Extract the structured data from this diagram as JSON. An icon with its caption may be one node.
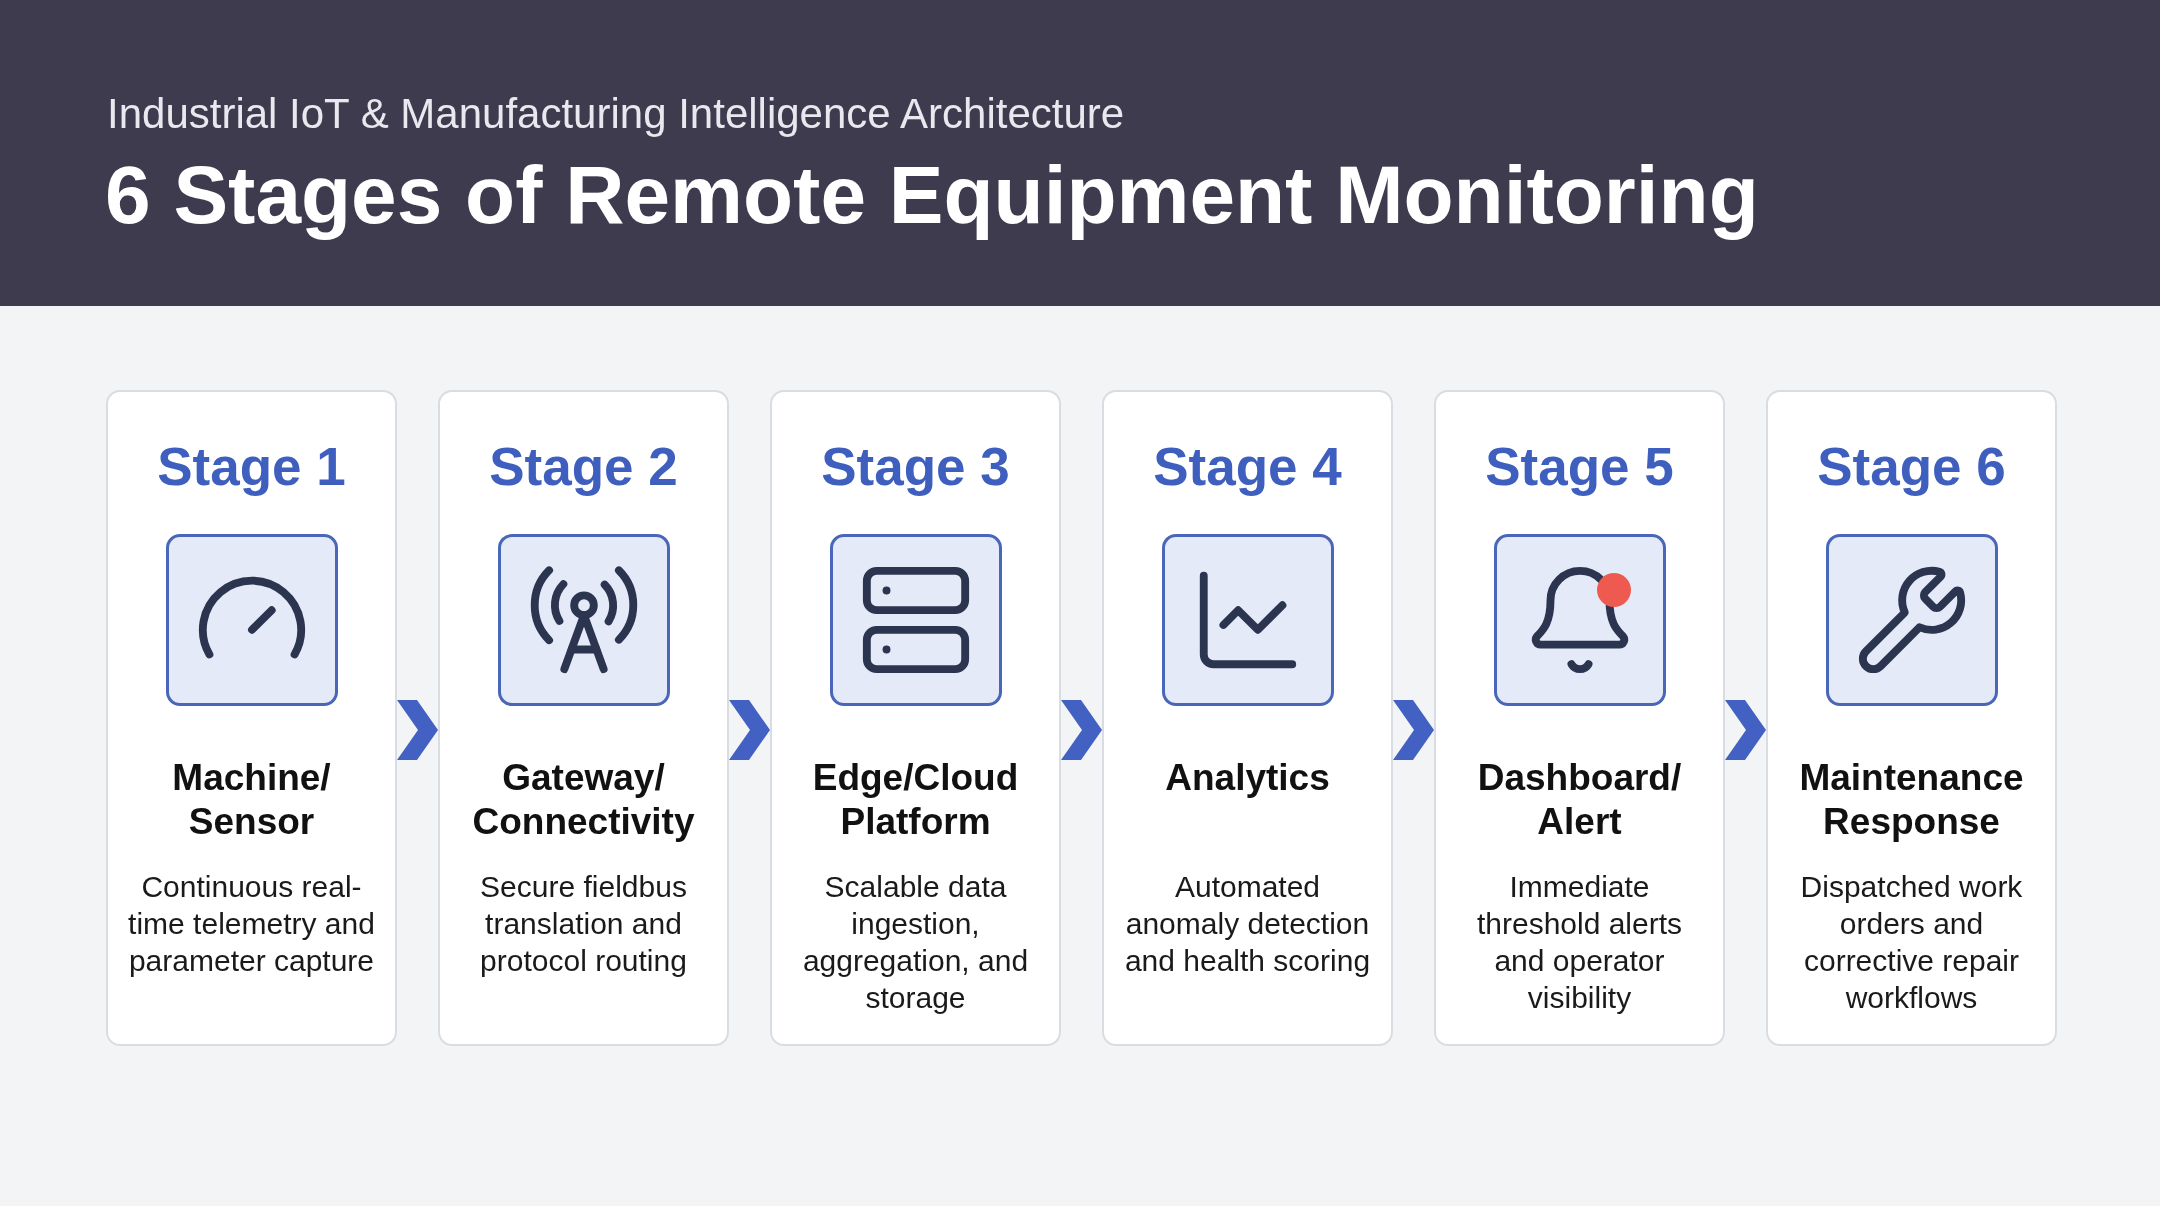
{
  "diagram": {
    "title": "6 Stages of Remote Equipment Monitoring",
    "nodes": [
      {
        "text": [
          "Stage 1",
          "Machine/ Sensor",
          "Continuous real-time telemetry and parameter capture"
        ]
      },
      {
        "text": [
          "Stage 2",
          "Gateway/ Connectivity",
          "Secure fieldbus translation and protocol routing"
        ]
      },
      {
        "text": [
          "Stage 3",
          "Edge/Cloud Platform",
          "Scalable data ingestion, aggregation, and storage"
        ]
      },
      {
        "text": [
          "Stage 4",
          "Analytics",
          "Automated anomaly detection and health scoring"
        ]
      },
      {
        "text": [
          "Stage 5",
          "Dashboard/ Alert",
          "Immediate threshold alerts and operator visibility"
        ]
      },
      {
        "text": [
          "Stage 6",
          "Maintenance Response",
          "Dispatched work orders and corrective repair workflows"
        ]
      }
    ],
    "edges": [
      {
        "from": 0,
        "to": 1,
        "arrow": "to"
      },
      {
        "from": 1,
        "to": 2,
        "arrow": "to"
      },
      {
        "from": 2,
        "to": 3,
        "arrow": "to"
      },
      {
        "from": 3,
        "to": 4,
        "arrow": "to"
      },
      {
        "from": 4,
        "to": 5,
        "arrow": "to"
      }
    ],
    "labels": [
      "Industrial IoT & Manufacturing Intelligence Architecture"
    ]
  }
}
